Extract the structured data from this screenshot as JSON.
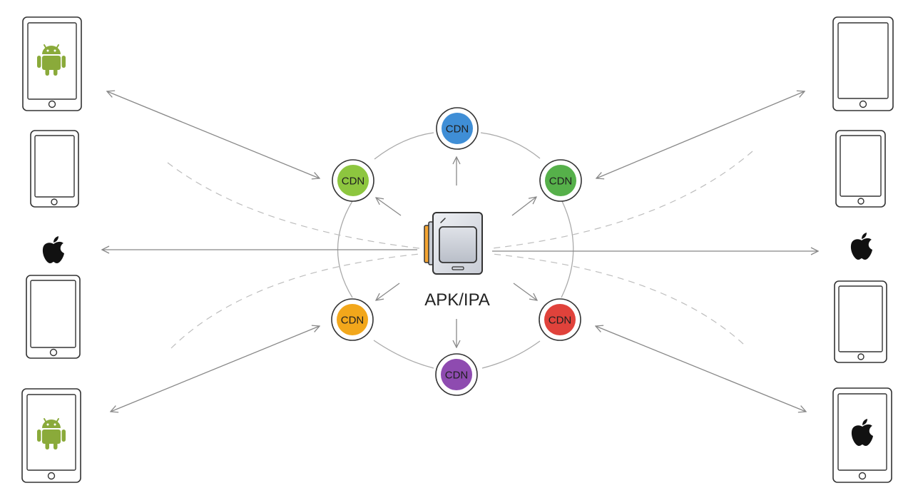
{
  "center": {
    "label": "APK/IPA",
    "icon": "package-icon"
  },
  "cdn_nodes": [
    {
      "id": "top",
      "label": "CDN",
      "color": "#3f8ed6"
    },
    {
      "id": "upper-left",
      "label": "CDN",
      "color": "#8dc63f"
    },
    {
      "id": "upper-right",
      "label": "CDN",
      "color": "#56b04a"
    },
    {
      "id": "lower-left",
      "label": "CDN",
      "color": "#f2a71b"
    },
    {
      "id": "lower-right",
      "label": "CDN",
      "color": "#e0423b"
    },
    {
      "id": "bottom",
      "label": "CDN",
      "color": "#8e4bb0"
    }
  ],
  "left_devices": [
    {
      "type": "tablet",
      "logo": "android-icon"
    },
    {
      "type": "phone",
      "logo": ""
    },
    {
      "type": "logo",
      "logo": "apple-icon"
    },
    {
      "type": "tablet",
      "logo": ""
    },
    {
      "type": "tablet",
      "logo": "android-icon"
    }
  ],
  "right_devices": [
    {
      "type": "tablet",
      "logo": ""
    },
    {
      "type": "phone",
      "logo": ""
    },
    {
      "type": "logo",
      "logo": "apple-icon"
    },
    {
      "type": "phone",
      "logo": ""
    },
    {
      "type": "tablet",
      "logo": "apple-icon"
    }
  ],
  "colors": {
    "line": "#888888",
    "dash": "#bdbdbd",
    "device": "#333333",
    "android": "#8aaa3a"
  }
}
